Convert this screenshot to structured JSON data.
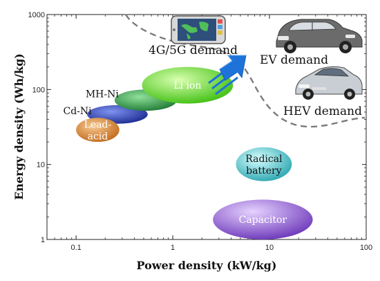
{
  "chart_data": {
    "type": "scatter",
    "xlabel": "Power density (kW/kg)",
    "ylabel": "Energy density (Wh/kg)",
    "x_scale": "log",
    "y_scale": "log",
    "xlim": [
      0.05,
      100
    ],
    "ylim": [
      1,
      1000
    ],
    "x_ticks": [
      {
        "value": 0.1,
        "label": "0.1"
      },
      {
        "value": 1,
        "label": "1"
      },
      {
        "value": 10,
        "label": "10"
      },
      {
        "value": 100,
        "label": "100"
      }
    ],
    "y_ticks": [
      {
        "value": 1,
        "label": "1"
      },
      {
        "value": 10,
        "label": "10"
      },
      {
        "value": 100,
        "label": "100"
      },
      {
        "value": 1000,
        "label": "1000"
      }
    ],
    "grid": false,
    "regions": [
      {
        "label": "Lead-\nacid",
        "line1": "Lead-",
        "line2": "acid",
        "x_range": [
          0.1,
          0.28
        ],
        "y_range": [
          20,
          42
        ],
        "color": "#d98a3a",
        "text_color": "#ffffff"
      },
      {
        "label": "Cd-Ni",
        "x_range": [
          0.13,
          0.55
        ],
        "y_range": [
          35,
          62
        ],
        "color": "#3a4fc0",
        "text_color": "#111111"
      },
      {
        "label": "MH-Ni",
        "x_range": [
          0.25,
          1.1
        ],
        "y_range": [
          52,
          100
        ],
        "color": "#2e9e4a",
        "text_color": "#111111"
      },
      {
        "label": "Li ion",
        "x_range": [
          0.48,
          4.2
        ],
        "y_range": [
          65,
          200
        ],
        "color": "#66dd33",
        "text_color": "#ffffff"
      },
      {
        "label": "Radical\nbattery",
        "line1": "Radical",
        "line2": "battery",
        "x_range": [
          4.5,
          17
        ],
        "y_range": [
          6,
          17
        ],
        "color": "#4ec8c8",
        "text_color": "#111111"
      },
      {
        "label": "Capacitor",
        "x_range": [
          2.6,
          28
        ],
        "y_range": [
          1,
          3.4
        ],
        "color": "#8a5ad0",
        "text_color": "#ffffff"
      }
    ],
    "annotations": [
      {
        "text": "4G/5G demand",
        "icon": "smartphone-icon"
      },
      {
        "text": "EV demand",
        "icon": "suv-car-icon"
      },
      {
        "text": "HEV demand",
        "icon": "sedan-car-icon"
      }
    ],
    "boundary_line": {
      "style": "dashed",
      "color": "#7a7a7a"
    },
    "arrow": {
      "color": "#1e73d8",
      "icon": "trend-arrow-icon"
    }
  }
}
